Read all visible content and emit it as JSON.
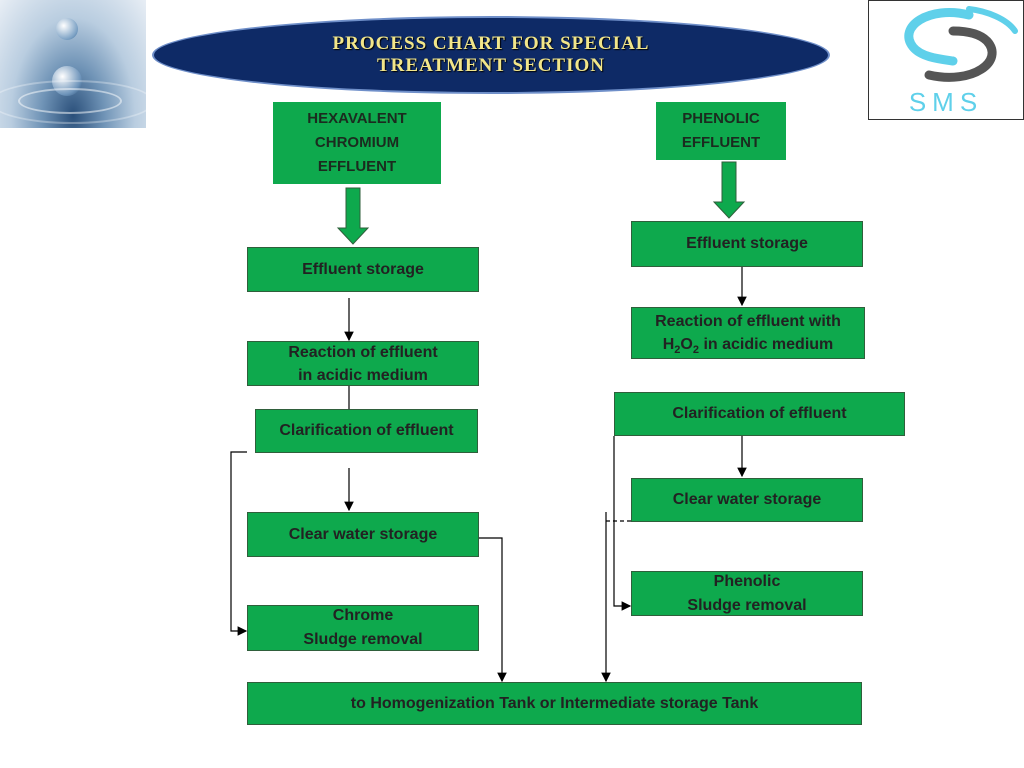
{
  "header": {
    "title_line1": "PROCESS CHART FOR SPECIAL",
    "title_line2": "TREATMENT SECTION"
  },
  "logo": {
    "text": "SMS",
    "icon": "sms-swirl-logo-icon"
  },
  "colors": {
    "box_fill": "#0ea94d",
    "title_fill": "#0e2a66",
    "title_text": "#f2e68a",
    "logo": "#5fd0ea"
  },
  "left_flow": {
    "source": [
      "HEXAVALENT",
      "CHROMIUM",
      "EFFLUENT"
    ],
    "storage": "Effluent storage",
    "reaction": [
      "Reaction of effluent",
      "in acidic medium"
    ],
    "clarification": "Clarification of effluent",
    "clear_water": "Clear water storage",
    "sludge": [
      "Chrome",
      "Sludge removal"
    ]
  },
  "right_flow": {
    "source": [
      "PHENOLIC",
      "EFFLUENT"
    ],
    "storage": "Effluent storage",
    "reaction": {
      "line1": "Reaction of effluent with",
      "h": "H",
      "sub1": "2",
      "o": "O",
      "sub2": "2",
      "rest": " in acidic medium"
    },
    "clarification": "Clarification of effluent",
    "clear_water": "Clear water storage",
    "sludge": [
      "Phenolic",
      "Sludge removal"
    ]
  },
  "destination": "to Homogenization Tank or Intermediate storage Tank"
}
